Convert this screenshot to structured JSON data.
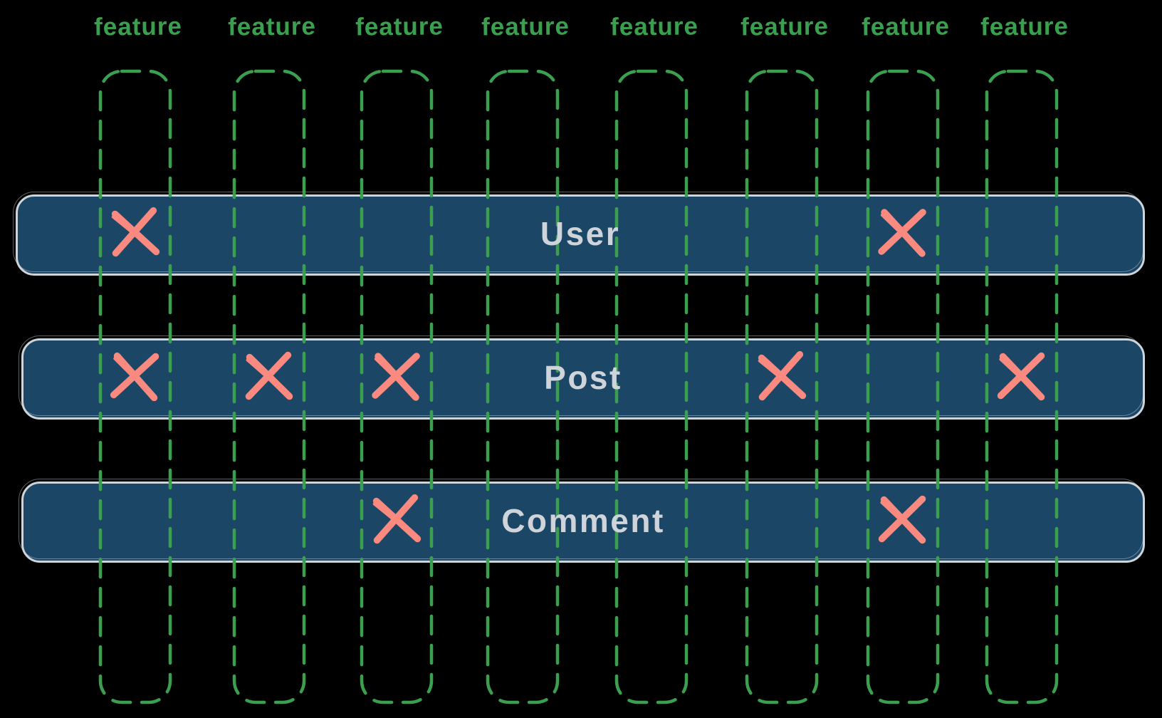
{
  "diagram": {
    "type": "feature-matrix",
    "feature_label": "feature",
    "columns": [
      {
        "label": "feature"
      },
      {
        "label": "feature"
      },
      {
        "label": "feature"
      },
      {
        "label": "feature"
      },
      {
        "label": "feature"
      },
      {
        "label": "feature"
      },
      {
        "label": "feature"
      },
      {
        "label": "feature"
      }
    ],
    "rows": [
      {
        "label": "User",
        "marked_features": [
          1,
          7
        ]
      },
      {
        "label": "Post",
        "marked_features": [
          1,
          2,
          3,
          6,
          8
        ]
      },
      {
        "label": "Comment",
        "marked_features": [
          3,
          7
        ]
      }
    ]
  },
  "colors": {
    "background": "#000000",
    "column_green": "#3aa04f",
    "row_fill": "#1c4666",
    "row_border": "#ced4da",
    "row_text": "#ced4da",
    "mark_salmon": "#fa8a80"
  }
}
